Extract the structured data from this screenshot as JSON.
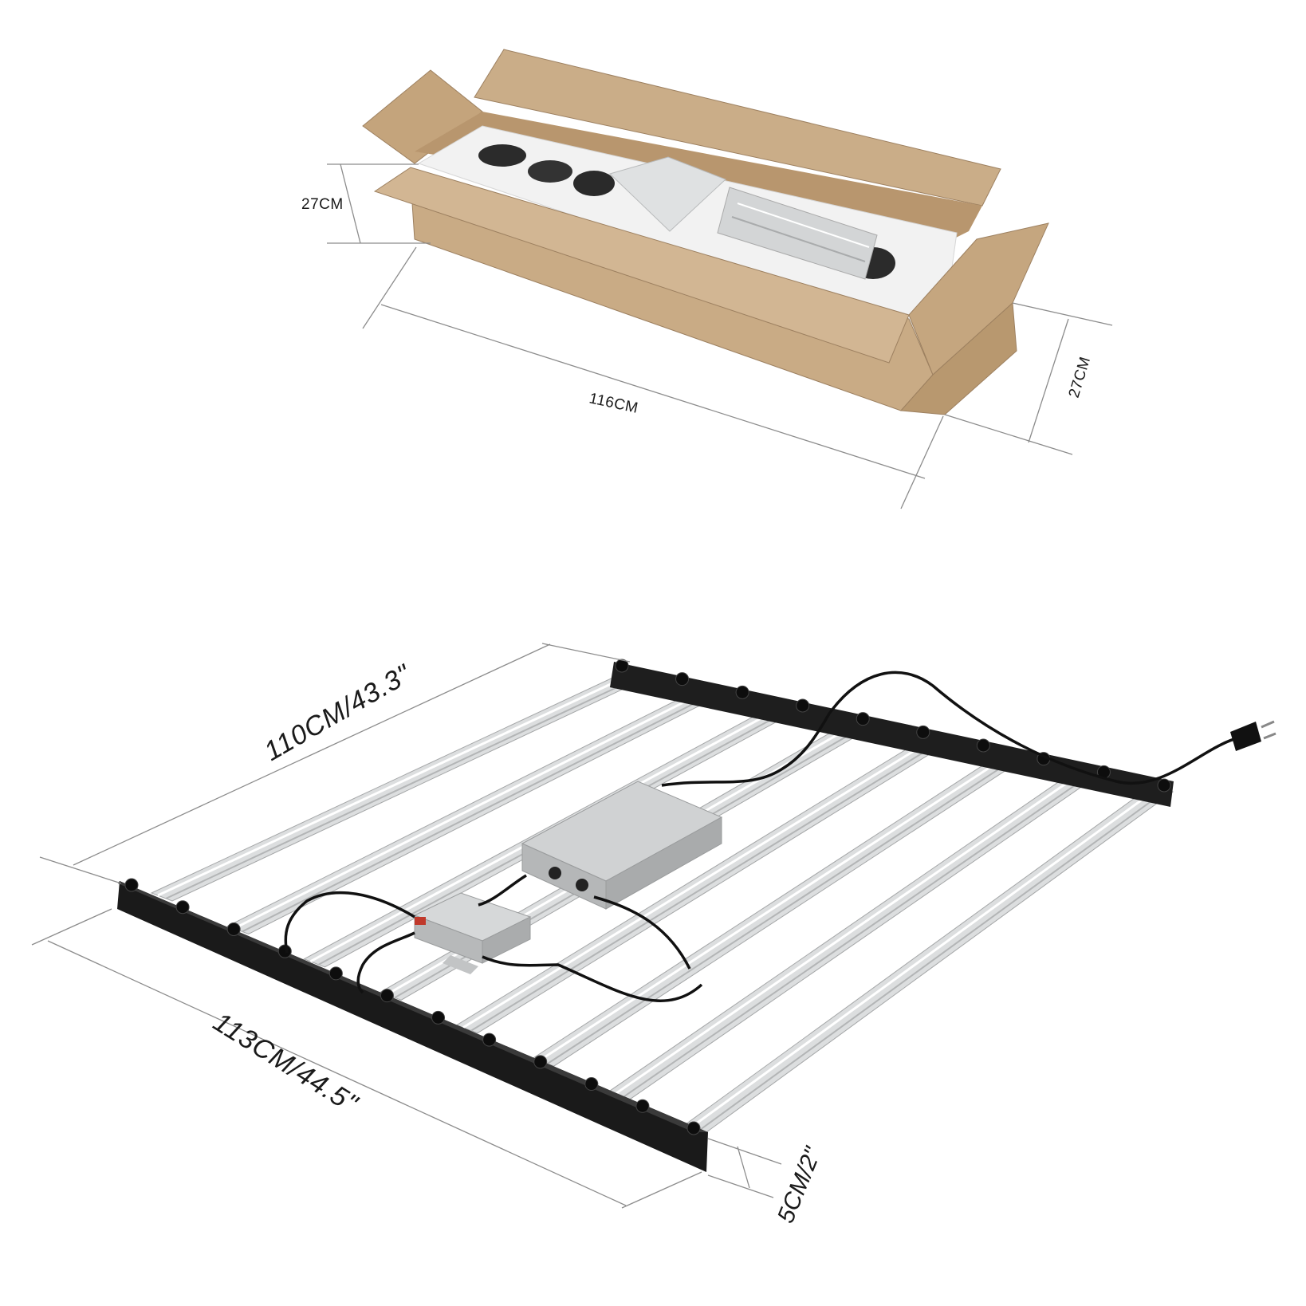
{
  "box_dimensions": {
    "height_left": "27CM",
    "length": "116CM",
    "height_right": "27CM"
  },
  "light_dimensions": {
    "width": "110CM/43.3\"",
    "length": "113CM/44.5\"",
    "bar_width": "5CM/2\""
  },
  "colors": {
    "cardboard": "#c9ab85",
    "cardboard_dark": "#b0916b",
    "foam": "#f1f1f1",
    "bar_silver": "#d9dbdc",
    "frame_black": "#1e1e1e",
    "driver": "#c7c9ca"
  }
}
